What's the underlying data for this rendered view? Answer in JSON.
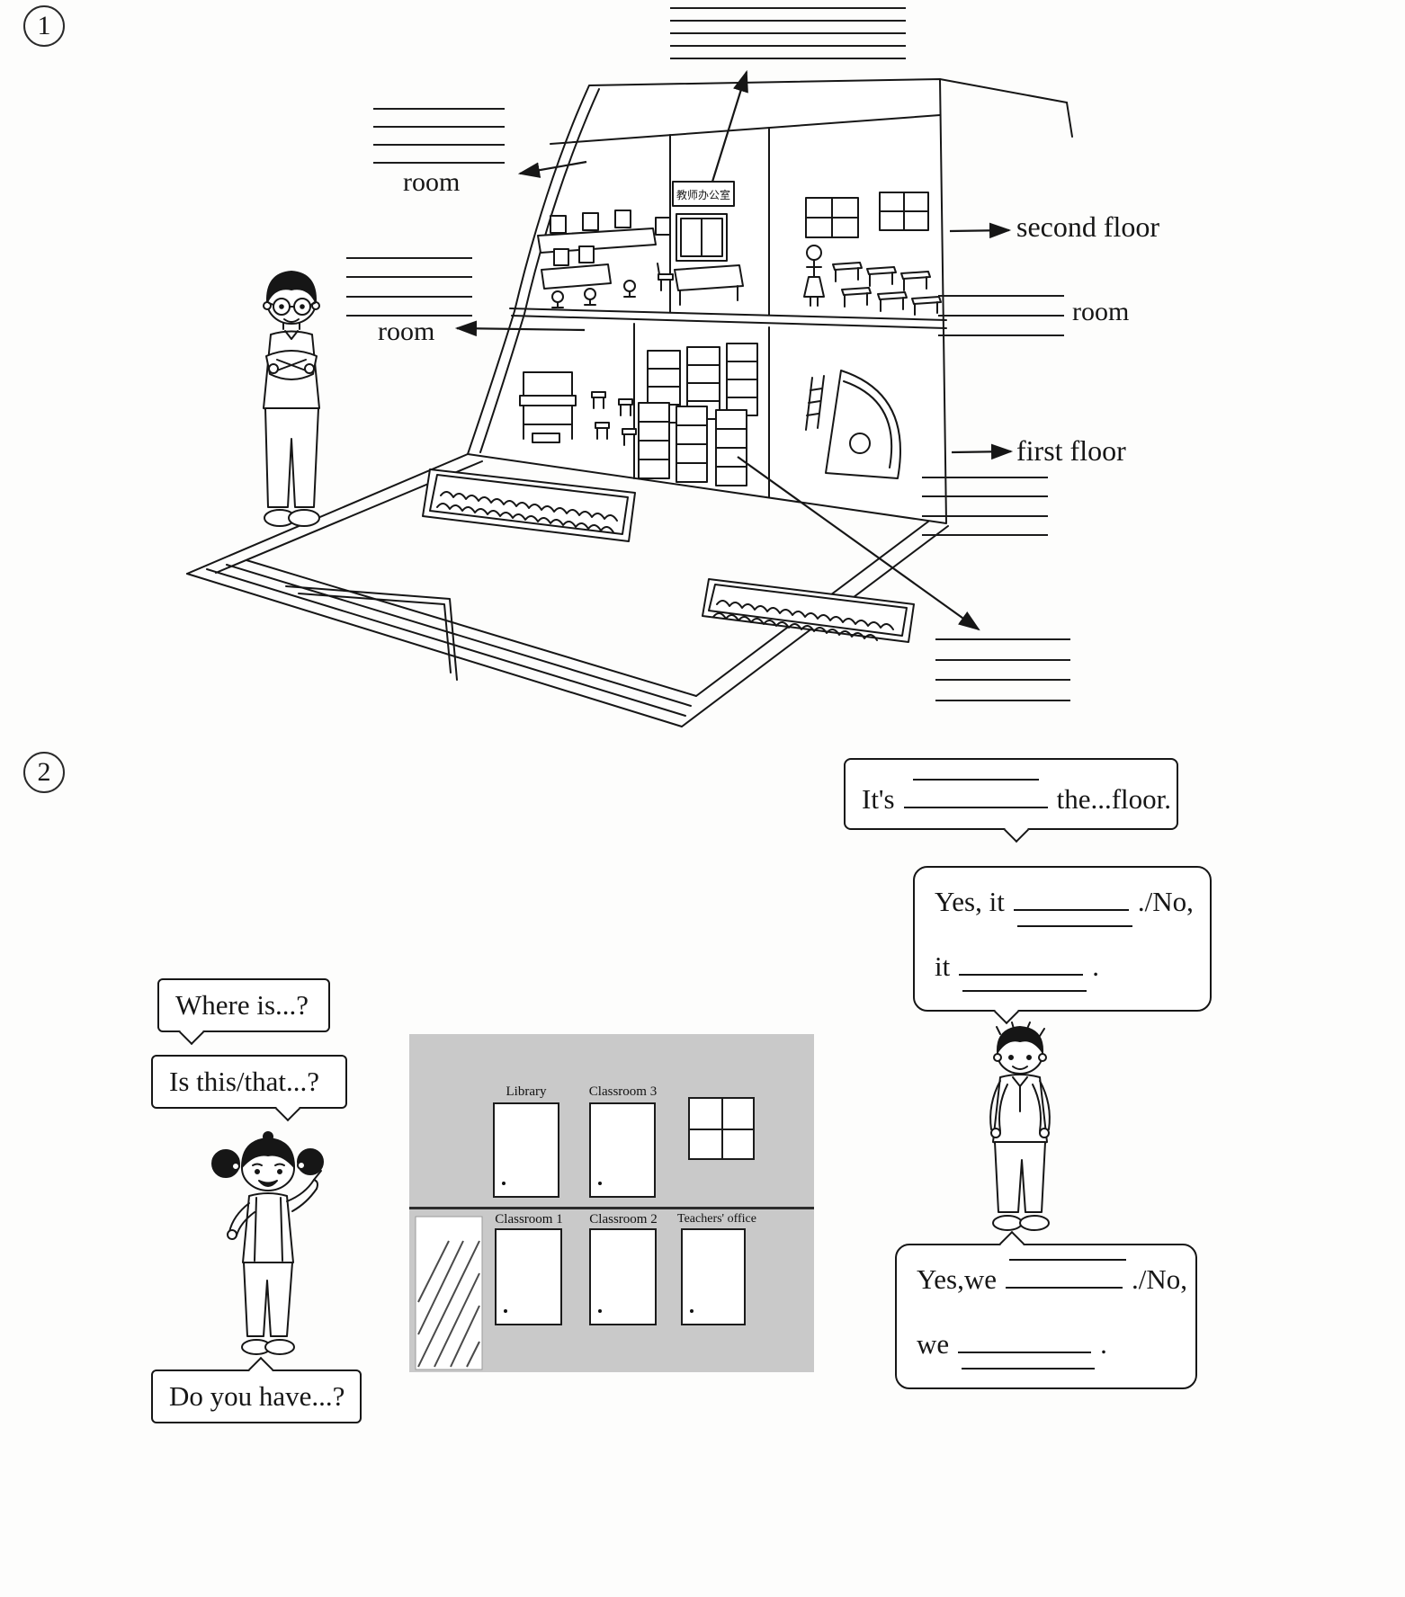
{
  "sections": {
    "one": {
      "number": "1"
    },
    "two": {
      "number": "2"
    }
  },
  "cutaway": {
    "office_sign": "教师办公室",
    "labels": {
      "room_top_left": "room",
      "room_mid_left": "room",
      "room_right": "room",
      "second_floor": "second floor",
      "first_floor": "first floor"
    }
  },
  "dialogue": {
    "its_floor": {
      "p1": "It's",
      "p2": "the...floor."
    },
    "yes_it": {
      "p1": "Yes, it",
      "p2": "./No,",
      "p3": "it",
      "p4": "."
    },
    "where_is": "Where is...?",
    "is_this_that": "Is this/that...?",
    "do_you_have": "Do you have...?",
    "yes_we": {
      "p1": "Yes,we",
      "p2": "./No,",
      "p3": "we",
      "p4": "."
    }
  },
  "floorplan": {
    "labels": [
      "Library",
      "Classroom 3",
      "Classroom 1",
      "Classroom 2",
      "Teachers' office"
    ]
  },
  "colors": {
    "ink": "#161616",
    "plan_bg": "#c9c9c9"
  }
}
